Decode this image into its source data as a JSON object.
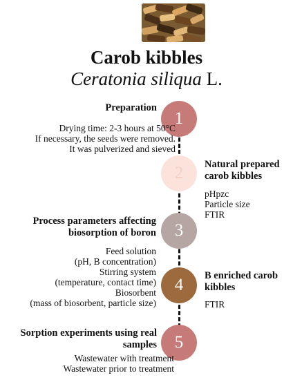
{
  "title": "Carob kibbles",
  "species_italic": "Ceratonia siliqua",
  "species_author": "L.",
  "steps": [
    {
      "number": "1",
      "title": [
        "Preparation"
      ],
      "details": [
        "Drying time: 2-3 hours at 50°C",
        "If necessary, the seeds were removed.",
        "It was pulverized and sieved"
      ],
      "color": "#c77b78"
    },
    {
      "number": "2",
      "title": [
        "Natural prepared",
        "carob kibbles"
      ],
      "details": [
        "pHpzc",
        "Particle size",
        "FTIR"
      ],
      "color": "#fbe3dc"
    },
    {
      "number": "3",
      "title": [
        "Process parameters affecting",
        "biosorption of boron"
      ],
      "details": [
        "Feed solution",
        "(pH, B concentration)",
        "Stirring system",
        "(temperature, contact time)",
        "Biosorbent",
        "(mass of biosorbent, particle size)"
      ],
      "color": "#b6a6a3"
    },
    {
      "number": "4",
      "title": [
        "B enriched carob",
        "kibbles"
      ],
      "details": [
        "FTIR"
      ],
      "color": "#9c6a3d"
    },
    {
      "number": "5",
      "title": [
        "Sorption experiments using real",
        "samples"
      ],
      "details": [
        "Wastewater with treatment",
        "Wastewater prior to treatment"
      ],
      "color": "#c77b78"
    }
  ]
}
